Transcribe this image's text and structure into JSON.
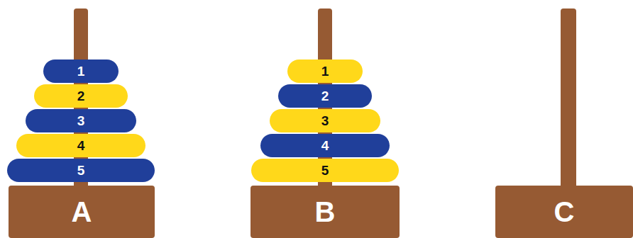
{
  "diagram": {
    "nodes": [
      {
        "text": [
          "1"
        ]
      },
      {
        "text": [
          "2"
        ]
      },
      {
        "text": [
          "3"
        ]
      },
      {
        "text": [
          "4"
        ]
      },
      {
        "text": [
          "5"
        ]
      },
      {
        "text": [
          "A"
        ]
      },
      {
        "text": [
          "1"
        ]
      },
      {
        "text": [
          "2"
        ]
      },
      {
        "text": [
          "3"
        ]
      },
      {
        "text": [
          "4"
        ]
      },
      {
        "text": [
          "5"
        ]
      },
      {
        "text": [
          "B"
        ]
      },
      {
        "text": [
          "C"
        ]
      }
    ]
  }
}
